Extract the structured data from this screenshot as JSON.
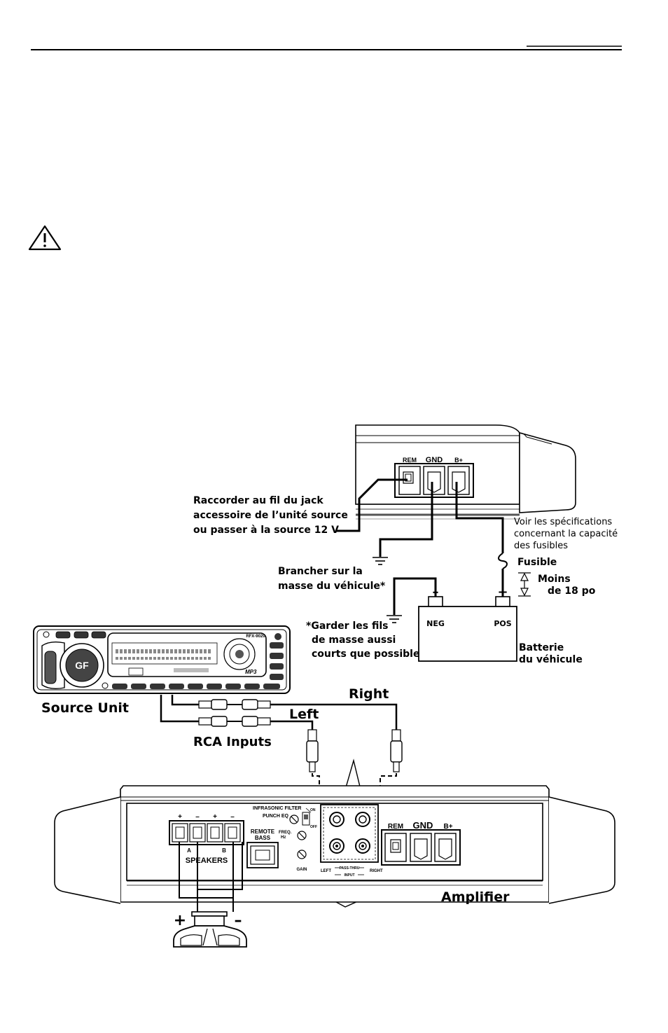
{
  "labels": {
    "accessory_line1": "Raccorder au fil du jack",
    "accessory_line2": "accessoire de l’unité source",
    "accessory_line3": "ou passer à la source 12 V",
    "fuse_spec_line1": "Voir les spécifications",
    "fuse_spec_line2": "concernant la capacité",
    "fuse_spec_line3": "des fusibles",
    "fuse": "Fusible",
    "distance_line1": "Moins",
    "distance_line2": "de 18 po",
    "ground_line1": "Brancher sur la",
    "ground_line2": "masse du véhicule*",
    "short_ground_line1": "*Garder les fils",
    "short_ground_line2": "de masse aussi",
    "short_ground_line3": "courts que possible",
    "battery_line1": "Batterie",
    "battery_line2": "du véhicule",
    "neg": "NEG",
    "pos": "POS",
    "minus_sign": "–",
    "plus_sign": "+",
    "source_unit": "Source Unit",
    "right": "Right",
    "left": "Left",
    "rca_inputs": "RCA Inputs",
    "amplifier": "Amplifier",
    "speaker_plus": "+",
    "speaker_minus": "–"
  },
  "amp_top": {
    "rem": "REM",
    "gnd": "GND",
    "bplus": "B+"
  },
  "amp_panel": {
    "rem": "REM",
    "gnd": "GND",
    "bplus": "B+",
    "speakers": "SPEAKERS",
    "ch_a": "A",
    "ch_b": "B",
    "term_plus": "+",
    "term_minus": "–",
    "remote_line1": "REMOTE",
    "remote_line2": "BASS",
    "infrasonic": "INFRASONIC FILTER",
    "punch_eq": "PUNCH EQ",
    "on": "ON",
    "off": "OFF",
    "freq": "FREQ.",
    "hz": "Hz",
    "gain": "GAIN",
    "left": "LEFT",
    "right": "RIGHT",
    "pass_thru": "PASS-THRU",
    "input": "INPUT"
  },
  "head_unit": {
    "model": "RFX-9020",
    "mp3": "MP3"
  }
}
